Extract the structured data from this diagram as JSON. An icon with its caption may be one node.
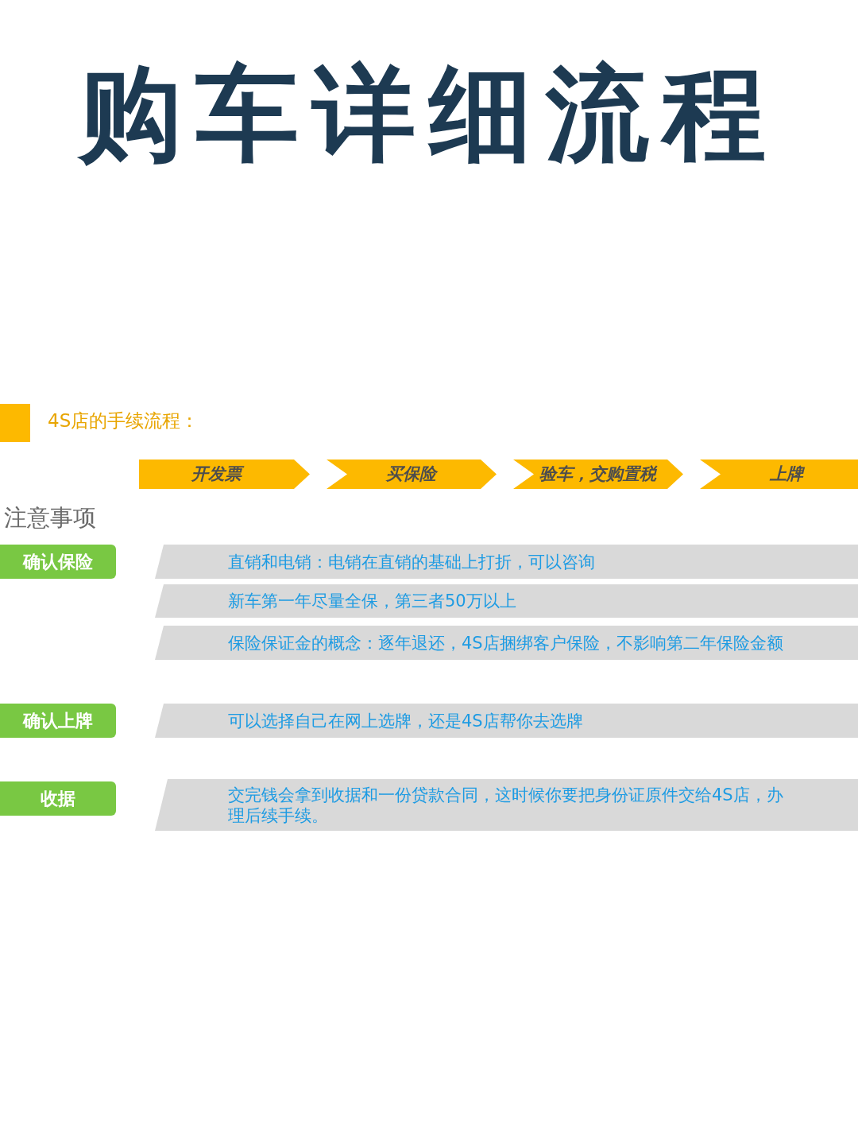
{
  "diagram": {
    "title": "购车详细流程",
    "nodes": [
      {
        "text": [
          "开发票"
        ]
      },
      {
        "text": [
          "买保险"
        ]
      },
      {
        "text": [
          "验车，交购置税"
        ]
      },
      {
        "text": [
          "上牌"
        ]
      },
      {
        "text": [
          "确认保险"
        ]
      },
      {
        "text": [
          "直销和电销：电销在直销的基础上打折，可以咨询"
        ]
      },
      {
        "text": [
          "新车第一年尽量全保，第三者50万以上"
        ]
      },
      {
        "text": [
          "保险保证金的概念：逐年退还，4S店捆绑客户保险，不影响第二年保险金额"
        ]
      },
      {
        "text": [
          "确认上牌"
        ]
      },
      {
        "text": [
          "可以选择自己在网上选牌，还是4S店帮你去选牌"
        ]
      },
      {
        "text": [
          "收据"
        ]
      },
      {
        "text": [
          "交完钱会拿到收据和一份贷款合同，这时候你要把身份证原件交给4S店，办理后续手续。"
        ]
      }
    ],
    "labels": [
      "4S店的手续流程：",
      "注意事项"
    ]
  }
}
